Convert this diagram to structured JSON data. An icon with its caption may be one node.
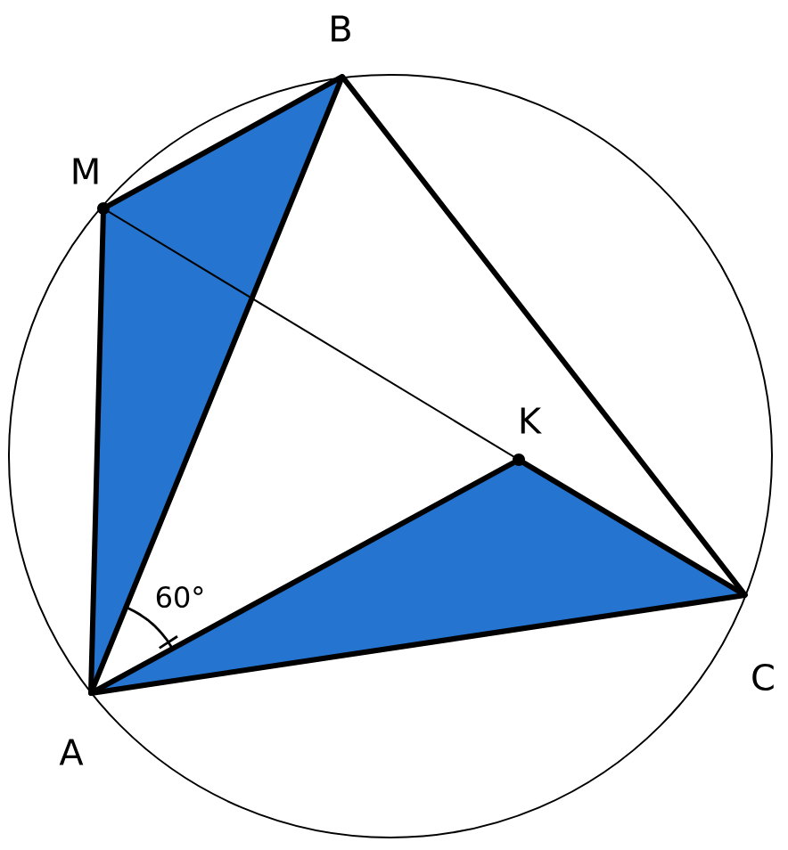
{
  "diagram": {
    "nodes": [
      {
        "text": [
          "A"
        ]
      },
      {
        "text": [
          "B"
        ]
      },
      {
        "text": [
          "C"
        ]
      },
      {
        "text": [
          "M"
        ]
      },
      {
        "text": [
          "K"
        ]
      }
    ],
    "edges": [
      {
        "from": 0,
        "to": 1,
        "arrow": "none"
      },
      {
        "from": 1,
        "to": 2,
        "arrow": "none"
      },
      {
        "from": 0,
        "to": 2,
        "arrow": "none"
      },
      {
        "from": 0,
        "to": 3,
        "arrow": "none"
      },
      {
        "from": 3,
        "to": 1,
        "arrow": "none"
      },
      {
        "from": 3,
        "to": 4,
        "arrow": "none"
      },
      {
        "from": 0,
        "to": 4,
        "arrow": "none"
      },
      {
        "from": 4,
        "to": 2,
        "arrow": "none"
      }
    ],
    "labels": [
      "60°"
    ]
  }
}
